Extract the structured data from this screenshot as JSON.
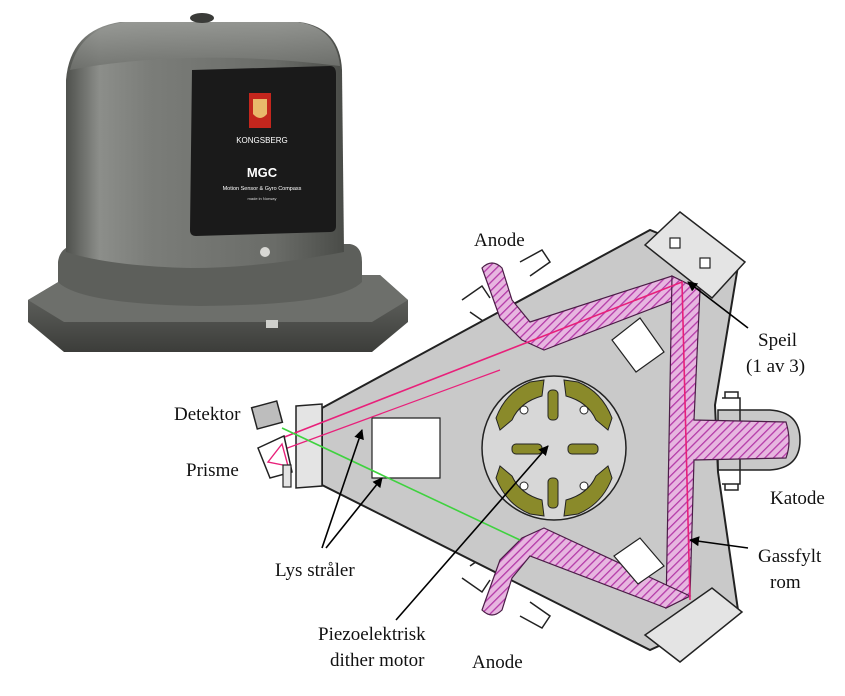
{
  "device": {
    "brand": "KONGSBERG",
    "model": "MGC",
    "subtitle": "Motion Sensor & Gyro Compass",
    "made_in": "made in Norway"
  },
  "labels": {
    "anode_top": "Anode",
    "anode_bottom": "Anode",
    "speil_line1": "Speil",
    "speil_line2": "(1 av 3)",
    "detektor": "Detektor",
    "prisme": "Prisme",
    "katode": "Katode",
    "gassfylt_line1": "Gassfylt",
    "gassfylt_line2": "rom",
    "lys_straler": "Lys stråler",
    "piezo_line1": "Piezoelektrisk",
    "piezo_line2": "dither motor"
  },
  "colors": {
    "laser_red": "#e8207a",
    "laser_green": "#3fd23f",
    "gas_hatch": "#c44ab8",
    "gas_fill": "#e7b6e0",
    "body_gray": "#c9c9c9",
    "motor_olive": "#8a8a2a",
    "device_gray": "#6c6e6a",
    "logo_red": "#c4261d"
  }
}
